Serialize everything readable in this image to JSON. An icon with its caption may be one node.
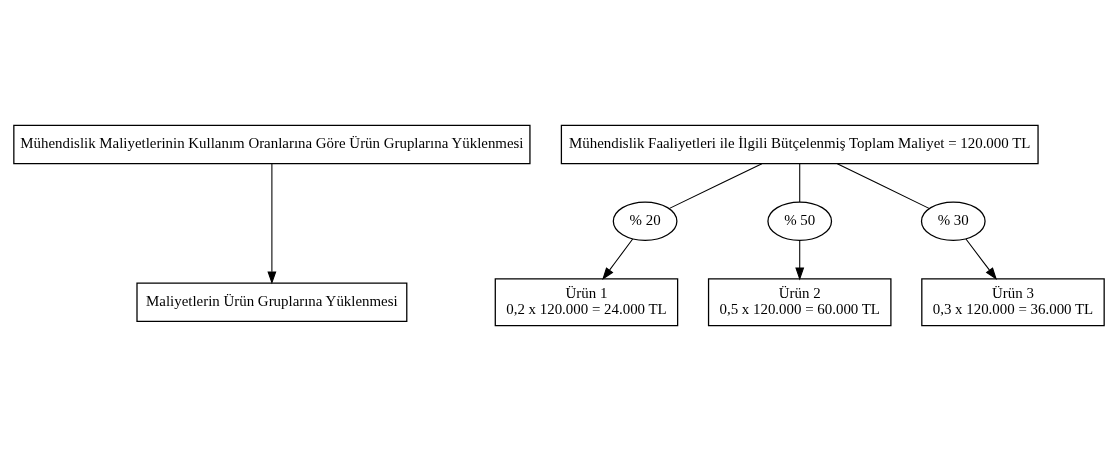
{
  "diagram": {
    "nodes": [
      {
        "text": [
          "Mühendislik Maliyetlerinin Kullanım Oranlarına Göre Ürün Gruplarına Yüklenmesi"
        ]
      },
      {
        "text": [
          "Maliyetlerin Ürün Gruplarına Yüklenmesi"
        ]
      },
      {
        "text": [
          "Mühendislik Faaliyetleri ile İlgili Bütçelenmiş Toplam Maliyet = 120.000 TL"
        ]
      },
      {
        "text": [
          "% 20"
        ]
      },
      {
        "text": [
          "% 50"
        ]
      },
      {
        "text": [
          "% 30"
        ]
      },
      {
        "text": [
          "Ürün 1",
          "0,2 x 120.000 = 24.000 TL"
        ]
      },
      {
        "text": [
          "Ürün 2",
          "0,5 x 120.000 = 60.000 TL"
        ]
      },
      {
        "text": [
          "Ürün 3",
          "0,3 x 120.000 = 36.000 TL"
        ]
      }
    ],
    "edges": [
      {
        "from": 0,
        "to": 1,
        "arrow": "to"
      },
      {
        "from": 2,
        "to": 3,
        "arrow": "none"
      },
      {
        "from": 2,
        "to": 4,
        "arrow": "none"
      },
      {
        "from": 2,
        "to": 5,
        "arrow": "none"
      },
      {
        "from": 3,
        "to": 6,
        "arrow": "to"
      },
      {
        "from": 4,
        "to": 7,
        "arrow": "to"
      },
      {
        "from": 5,
        "to": 8,
        "arrow": "to"
      }
    ]
  }
}
